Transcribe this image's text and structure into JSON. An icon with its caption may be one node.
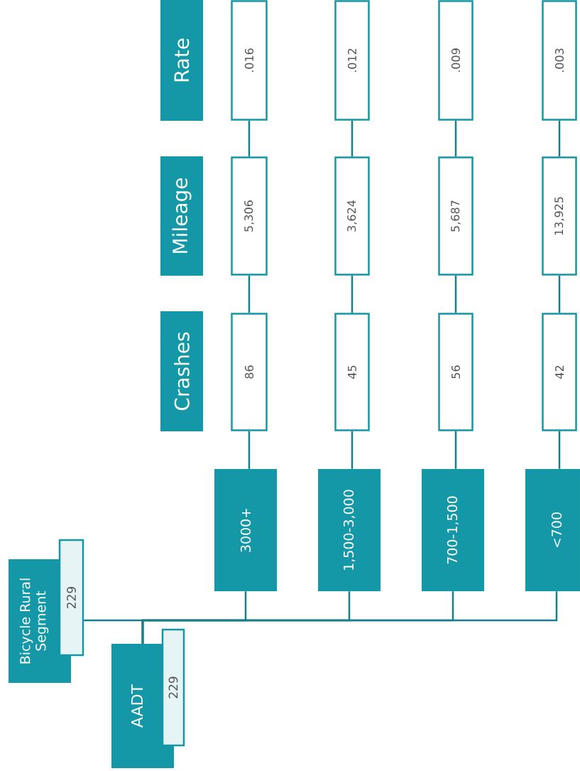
{
  "diagram": {
    "nodes": [
      {
        "text": [
          "Bicycle Rural Segment",
          "229"
        ]
      },
      {
        "text": [
          "AADT",
          "229"
        ]
      },
      {
        "text": [
          "Crashes"
        ]
      },
      {
        "text": [
          "Mileage"
        ]
      },
      {
        "text": [
          "Rate"
        ]
      },
      {
        "text": [
          "3000+"
        ]
      },
      {
        "text": [
          "1,500-3,000"
        ]
      },
      {
        "text": [
          "700-1,500"
        ]
      },
      {
        "text": [
          "<700"
        ]
      },
      {
        "text": [
          "86"
        ]
      },
      {
        "text": [
          "5,306"
        ]
      },
      {
        "text": [
          ".016"
        ]
      },
      {
        "text": [
          "45"
        ]
      },
      {
        "text": [
          "3,624"
        ]
      },
      {
        "text": [
          ".012"
        ]
      },
      {
        "text": [
          "56"
        ]
      },
      {
        "text": [
          "5,687"
        ]
      },
      {
        "text": [
          ".009"
        ]
      },
      {
        "text": [
          "42"
        ]
      },
      {
        "text": [
          "13,925"
        ]
      },
      {
        "text": [
          ".003"
        ]
      }
    ],
    "edges": [
      {
        "from": 0,
        "to": 1,
        "arrow": "none"
      },
      {
        "from": 1,
        "to": 5,
        "arrow": "none"
      },
      {
        "from": 1,
        "to": 6,
        "arrow": "none"
      },
      {
        "from": 1,
        "to": 7,
        "arrow": "none"
      },
      {
        "from": 1,
        "to": 8,
        "arrow": "none"
      },
      {
        "from": 5,
        "to": 9,
        "arrow": "none"
      },
      {
        "from": 9,
        "to": 10,
        "arrow": "none"
      },
      {
        "from": 10,
        "to": 11,
        "arrow": "none"
      },
      {
        "from": 6,
        "to": 12,
        "arrow": "none"
      },
      {
        "from": 12,
        "to": 13,
        "arrow": "none"
      },
      {
        "from": 13,
        "to": 14,
        "arrow": "none"
      },
      {
        "from": 7,
        "to": 15,
        "arrow": "none"
      },
      {
        "from": 15,
        "to": 16,
        "arrow": "none"
      },
      {
        "from": 16,
        "to": 17,
        "arrow": "none"
      },
      {
        "from": 8,
        "to": 18,
        "arrow": "none"
      },
      {
        "from": 18,
        "to": 19,
        "arrow": "none"
      },
      {
        "from": 19,
        "to": 20,
        "arrow": "none"
      }
    ]
  }
}
